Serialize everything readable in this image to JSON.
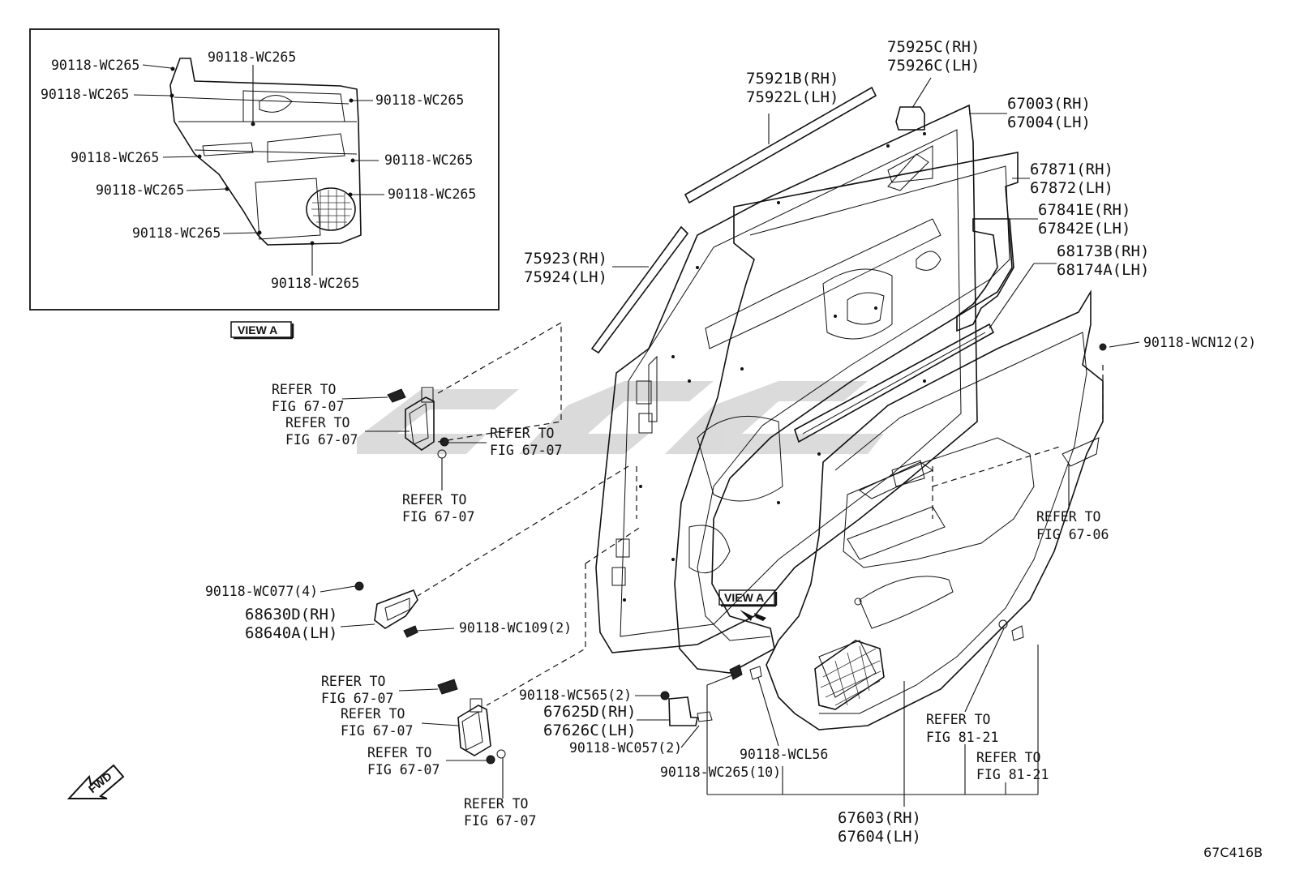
{
  "diagram_code": "67C416B",
  "view_label": "VIEW A",
  "fwd_label": "FWD",
  "inset_labels": [
    "90118-WC265",
    "90118-WC265",
    "90118-WC265",
    "90118-WC265",
    "90118-WC265",
    "90118-WC265",
    "90118-WC265",
    "90118-WC265",
    "90118-WC265",
    "90118-WC265"
  ],
  "part_labels": {
    "p75925": [
      "75925C(RH)",
      "75926C(LH)"
    ],
    "p75921": [
      "75921B(RH)",
      "75922L(LH)"
    ],
    "p67003": [
      "67003(RH)",
      "67004(LH)"
    ],
    "p67871": [
      "67871(RH)",
      "67872(LH)"
    ],
    "p67841": [
      "67841E(RH)",
      "67842E(LH)"
    ],
    "p68173": [
      "68173B(RH)",
      "68174A(LH)"
    ],
    "p75923": [
      "75923(RH)",
      "75924(LH)"
    ],
    "p68630": [
      "68630D(RH)",
      "68640A(LH)"
    ],
    "p67625": [
      "67625D(RH)",
      "67626C(LH)"
    ],
    "p67603": [
      "67603(RH)",
      "67604(LH)"
    ]
  },
  "fastener_labels": {
    "wcn12": "90118-WCN12(2)",
    "wc077": "90118-WC077(4)",
    "wc109": "90118-WC109(2)",
    "wc565": "90118-WC565(2)",
    "wc057": "90118-WC057(2)",
    "wcl56": "90118-WCL56",
    "wc265x10": "90118-WC265(10)"
  },
  "refer_labels": [
    [
      "REFER TO",
      "FIG 67-07"
    ],
    [
      "REFER TO",
      "FIG 67-07"
    ],
    [
      "REFER TO",
      "FIG 67-07"
    ],
    [
      "REFER TO",
      "FIG 67-07"
    ],
    [
      "REFER TO",
      "FIG 67-07"
    ],
    [
      "REFER TO",
      "FIG 67-07"
    ],
    [
      "REFER TO",
      "FIG 67-07"
    ],
    [
      "REFER TO",
      "FIG 67-07"
    ],
    [
      "REFER TO",
      "FIG 67-06"
    ],
    [
      "REFER TO",
      "FIG 81-21"
    ],
    [
      "REFER TO",
      "FIG 81-21"
    ]
  ]
}
